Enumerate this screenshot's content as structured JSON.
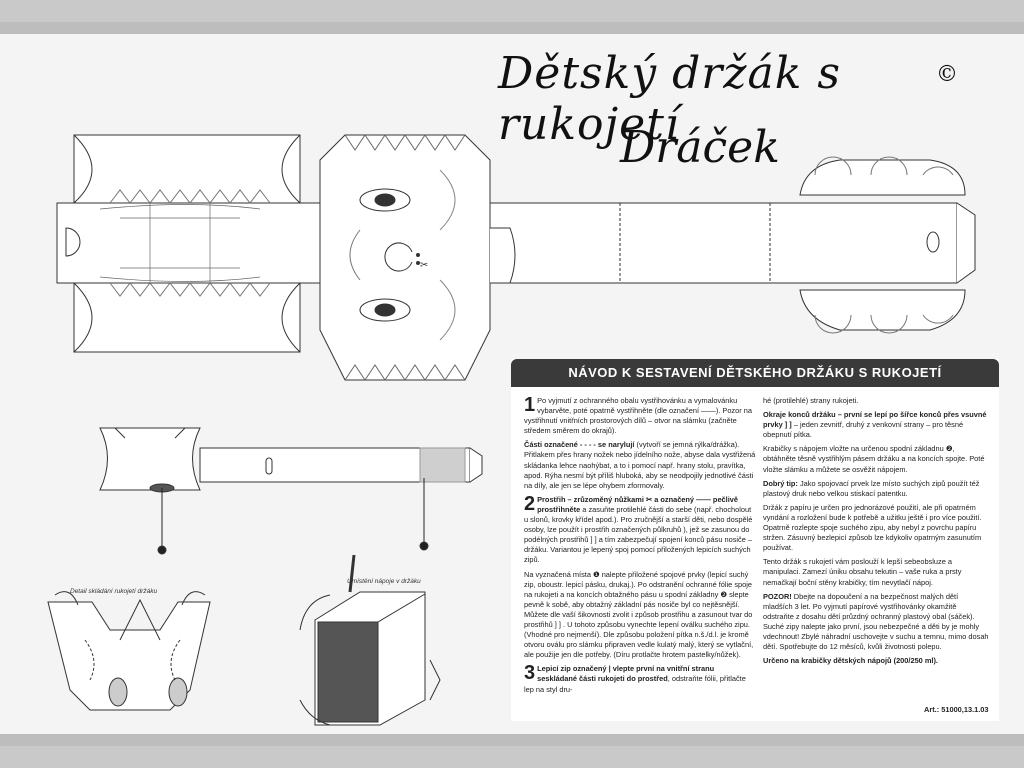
{
  "title": {
    "line1": "Dětský držák s rukojetí",
    "line2": "Dráček",
    "copyright": "©"
  },
  "panel": {
    "heading": "NÁVOD K SESTAVENÍ DĚTSKÉHO DRŽÁKU S RUKOJETÍ",
    "col1": {
      "p1_num": "1",
      "p1": "Po vyjmutí z ochranného obalu vystřihovánku a vymalovánku vybarvěte, poté opatrně vystřihněte (dle označení ——). Pozor na vystřihnutí vnitřních prostorových dílů – otvor na slámku (začněte středem směrem do okrajů).",
      "p2_bold": "Části označené - - - - se narylují",
      "p2": " (vytvoří se jemná rýlka/drážka). Přitlakem přes hrany nožek nebo jídelního nože, abyse dala vystřižená skládanka lehce naohýbat, a to i pomocí např. hrany stolu, pravítka, apod. Rýha nesmí být příliš hluboká, aby se neodpojily jednotlivé části na díly, ale jen se lépe ohybem zformovaly.",
      "p3_num": "2",
      "p3_bold": "Prostřih – zrůzoměný nůžkami ✂ a označený —— pečlivě prostřihněte",
      "p3": " a zasuňte protilehlé části do sebe (např. chocholout u slonů, krovky křídel apod.). Pro zručnější a starší děti, nebo dospělé osoby, lze použít i prostřih označených půlkruhů ), jež se zasunou do podélných prostřihů ] ] a tím zabezpečují spojení konců pásu nosiče – držáku. Variantou je lepený spoj pomocí přiložených lepicích suchých zipů.",
      "p4": "Na vyznačená místa ❶ nalepte přiložené spojové prvky (lepicí suchý zip, oboustr. lepicí pásku, drukaj.). Po odstranění ochranné fólie spoje na rukojeti a na koncích obtažného pásu u spodní základny ❷ slepte pevně k sobě, aby obtažný základní pás nosiče byl co nejtěsnější. Můžete dle vaší šikovnosti zvolit i způsob prostřihu a zasunout tvar do prostřihů ] ] . U tohoto způsobu vynechte lepení oválku suchého zipu. (Vhodné pro nejmenší). Dle způsobu položení pítka n.š./d.l. je kromě otvoru oválu pro slámku připraven vedle kulatý malý, který se vytlační, ale použije jen dle potřeby. (Díru protlačte hrotem pastelky/nůžek).",
      "p5_num": "3",
      "p5_bold": "Lepicí zip označený | vlepte první na vnitřní stranu seskládané části rukojeti do prostřed",
      "p5": ", odstraňte fólii, přitlačte lep na styl dru-"
    },
    "col2": {
      "p1": "hé (protilehlé) strany rukojeti.",
      "p2_bold": "Okraje konců držáku – první se lepí po šířce konců přes vsuvné prvky ] ]",
      "p2": " – jeden zevnitř, druhý z venkovní strany – pro těsné obepnutí pítka.",
      "p3": "Krabičky s nápojem vložte na určenou spodní základnu ❷, obtáhněte těsně vystřihlým pásem držáku a na koncích spojte. Poté vložte slámku a můžete se osvěžit nápojem.",
      "p4_bold": "Dobrý tip:",
      "p4": " Jako spojovací prvek lze místo suchých zipů použít též plastový druk nebo velkou stiskací patentku.",
      "p5": "Držák z papíru je určen pro jednorázové použití, ale při opatrném vyndání a rozložení bude k potřebě a užitku ještě i pro více použití. Opatrně rozlepte spoje suchého zipu, aby nebyl z povrchu papíru stržen. Zásuvný bezlepicí způsob lze kdykoliv opatrným zasunutím používat.",
      "p6": "Tento držák s rukojetí vám poslouží k lepší sebeobsluze a manipulaci. Zamezí úniku obsahu tekutin – vaše ruka a prsty nemačkají boční stěny krabičky, tím nevytlačí nápoj.",
      "p7_bold": "POZOR!",
      "p7": " Dbejte na dopoučení a na bezpečnost malých dětí mladších 3 let. Po vyjmutí papírové vystřihovánky okamžitě odstraňte z dosahu dětí průzdný ochranný plastový obal (sáček). Suché zipy nalepte jako první, jsou nebezpečné a děti by je mohly vdechnout! Zbylé náhradní uschovejte v suchu a temnu, mimo dosah dětí. Spotřebujte do 12 měsíců, kvůli životnosti polepu.",
      "p8_bold": "Určeno na krabičky dětských nápojů (200/250 ml)."
    },
    "article": "Art.: 51000,13.1.03"
  },
  "captions": {
    "detail": "Detail skládání rukojetí držáku",
    "placement": "Umístění nápoje v držáku"
  },
  "markers": {
    "m1": "❶",
    "m2": "❷"
  },
  "scissors": "✂"
}
